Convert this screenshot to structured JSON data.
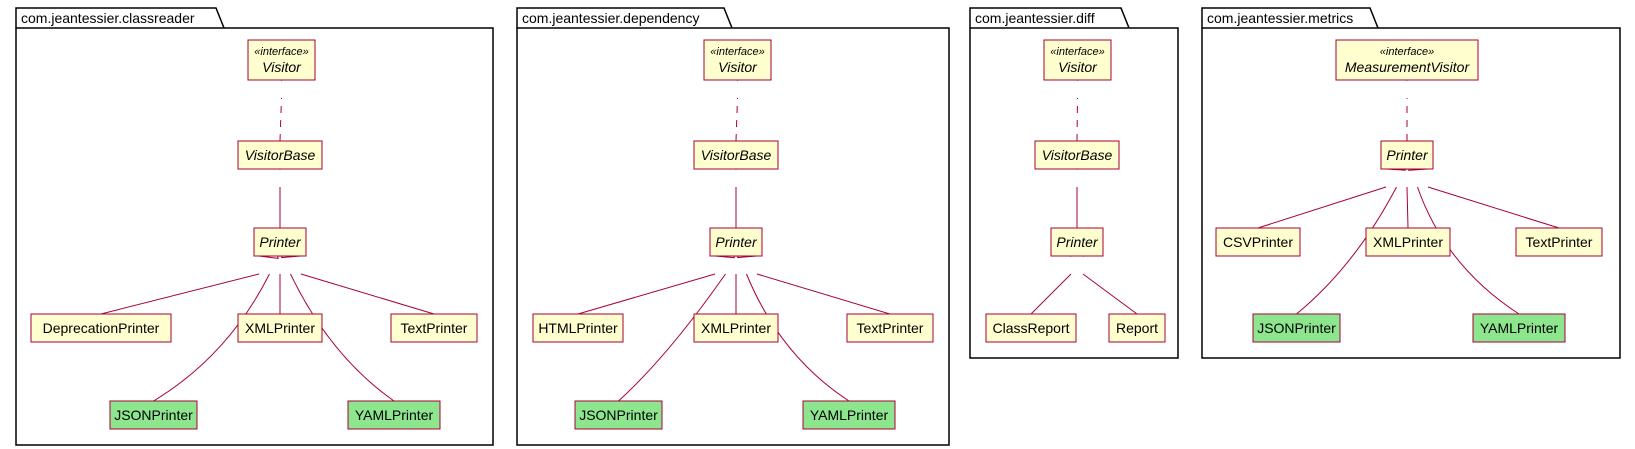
{
  "colors": {
    "class_fill": "#FEFECE",
    "class_highlight_fill": "#8DE68D",
    "class_border": "#A80036",
    "edge": "#A80036",
    "package_border": "#000000"
  },
  "packages": [
    {
      "name": "com.jeantessier.classreader",
      "classes": [
        {
          "id": "visitor",
          "name": "Visitor",
          "stereotype": "«interface»",
          "abstract": true,
          "highlight": false
        },
        {
          "id": "visitorbase",
          "name": "VisitorBase",
          "abstract": true,
          "highlight": false
        },
        {
          "id": "printer",
          "name": "Printer",
          "abstract": true,
          "highlight": false
        },
        {
          "id": "deprecation",
          "name": "DeprecationPrinter",
          "abstract": false,
          "highlight": false
        },
        {
          "id": "xml",
          "name": "XMLPrinter",
          "abstract": false,
          "highlight": false
        },
        {
          "id": "text",
          "name": "TextPrinter",
          "abstract": false,
          "highlight": false
        },
        {
          "id": "json",
          "name": "JSONPrinter",
          "abstract": false,
          "highlight": true
        },
        {
          "id": "yaml",
          "name": "YAMLPrinter",
          "abstract": false,
          "highlight": true
        }
      ],
      "relations": [
        {
          "from": "visitorbase",
          "to": "visitor",
          "type": "realization"
        },
        {
          "from": "printer",
          "to": "visitorbase",
          "type": "generalization"
        },
        {
          "from": "deprecation",
          "to": "printer",
          "type": "generalization"
        },
        {
          "from": "xml",
          "to": "printer",
          "type": "generalization"
        },
        {
          "from": "text",
          "to": "printer",
          "type": "generalization"
        },
        {
          "from": "json",
          "to": "printer",
          "type": "generalization"
        },
        {
          "from": "yaml",
          "to": "printer",
          "type": "generalization"
        }
      ]
    },
    {
      "name": "com.jeantessier.dependency",
      "classes": [
        {
          "id": "visitor",
          "name": "Visitor",
          "stereotype": "«interface»",
          "abstract": true,
          "highlight": false
        },
        {
          "id": "visitorbase",
          "name": "VisitorBase",
          "abstract": true,
          "highlight": false
        },
        {
          "id": "printer",
          "name": "Printer",
          "abstract": true,
          "highlight": false
        },
        {
          "id": "html",
          "name": "HTMLPrinter",
          "abstract": false,
          "highlight": false
        },
        {
          "id": "xml",
          "name": "XMLPrinter",
          "abstract": false,
          "highlight": false
        },
        {
          "id": "text",
          "name": "TextPrinter",
          "abstract": false,
          "highlight": false
        },
        {
          "id": "json",
          "name": "JSONPrinter",
          "abstract": false,
          "highlight": true
        },
        {
          "id": "yaml",
          "name": "YAMLPrinter",
          "abstract": false,
          "highlight": true
        }
      ],
      "relations": [
        {
          "from": "visitorbase",
          "to": "visitor",
          "type": "realization"
        },
        {
          "from": "printer",
          "to": "visitorbase",
          "type": "generalization"
        },
        {
          "from": "html",
          "to": "printer",
          "type": "generalization"
        },
        {
          "from": "xml",
          "to": "printer",
          "type": "generalization"
        },
        {
          "from": "text",
          "to": "printer",
          "type": "generalization"
        },
        {
          "from": "json",
          "to": "printer",
          "type": "generalization"
        },
        {
          "from": "yaml",
          "to": "printer",
          "type": "generalization"
        }
      ]
    },
    {
      "name": "com.jeantessier.diff",
      "classes": [
        {
          "id": "visitor",
          "name": "Visitor",
          "stereotype": "«interface»",
          "abstract": true,
          "highlight": false
        },
        {
          "id": "visitorbase",
          "name": "VisitorBase",
          "abstract": true,
          "highlight": false
        },
        {
          "id": "printer",
          "name": "Printer",
          "abstract": true,
          "highlight": false
        },
        {
          "id": "classreport",
          "name": "ClassReport",
          "abstract": false,
          "highlight": false
        },
        {
          "id": "report",
          "name": "Report",
          "abstract": false,
          "highlight": false
        }
      ],
      "relations": [
        {
          "from": "visitorbase",
          "to": "visitor",
          "type": "realization"
        },
        {
          "from": "printer",
          "to": "visitorbase",
          "type": "generalization"
        },
        {
          "from": "classreport",
          "to": "printer",
          "type": "generalization"
        },
        {
          "from": "report",
          "to": "printer",
          "type": "generalization"
        }
      ]
    },
    {
      "name": "com.jeantessier.metrics",
      "classes": [
        {
          "id": "mvisitor",
          "name": "MeasurementVisitor",
          "stereotype": "«interface»",
          "abstract": true,
          "highlight": false
        },
        {
          "id": "printer",
          "name": "Printer",
          "abstract": true,
          "highlight": false
        },
        {
          "id": "csv",
          "name": "CSVPrinter",
          "abstract": false,
          "highlight": false
        },
        {
          "id": "xml",
          "name": "XMLPrinter",
          "abstract": false,
          "highlight": false
        },
        {
          "id": "text",
          "name": "TextPrinter",
          "abstract": false,
          "highlight": false
        },
        {
          "id": "json",
          "name": "JSONPrinter",
          "abstract": false,
          "highlight": true
        },
        {
          "id": "yaml",
          "name": "YAMLPrinter",
          "abstract": false,
          "highlight": true
        }
      ],
      "relations": [
        {
          "from": "printer",
          "to": "mvisitor",
          "type": "realization"
        },
        {
          "from": "csv",
          "to": "printer",
          "type": "generalization"
        },
        {
          "from": "xml",
          "to": "printer",
          "type": "generalization"
        },
        {
          "from": "text",
          "to": "printer",
          "type": "generalization"
        },
        {
          "from": "json",
          "to": "printer",
          "type": "generalization"
        },
        {
          "from": "yaml",
          "to": "printer",
          "type": "generalization"
        }
      ]
    }
  ]
}
